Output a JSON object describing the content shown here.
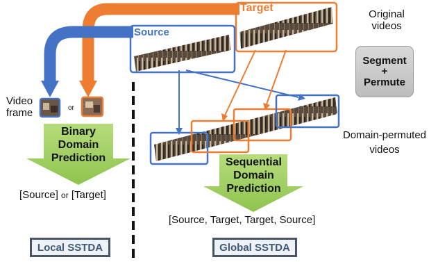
{
  "colors": {
    "source": "#4472C4",
    "target": "#ED7D31",
    "prediction_fill": "#9BCB5A",
    "segment_fill": "#C8C8C8",
    "sstda_border": "#475566",
    "divider": "#111111"
  },
  "labels": {
    "target": "Target",
    "source": "Source",
    "original_videos": [
      "Original",
      "videos"
    ],
    "segment_permute": [
      "Segment",
      "+",
      "Permute"
    ],
    "domain_permuted_videos": [
      "Domain-permuted",
      "videos"
    ],
    "video_frame": [
      "Video",
      "frame"
    ],
    "or_small": "or",
    "binary_prediction": [
      "Binary",
      "Domain",
      "Prediction"
    ],
    "binary_output": {
      "source": "[Source]",
      "or": "or",
      "target": "[Target]"
    },
    "sequential_prediction": [
      "Sequential",
      "Domain",
      "Prediction"
    ],
    "sequential_output": "[Source, Target, Target, Source]",
    "local_sstda": "Local SSTDA",
    "global_sstda": "Global SSTDA"
  },
  "permuted_order": [
    "source",
    "target",
    "target",
    "source"
  ]
}
